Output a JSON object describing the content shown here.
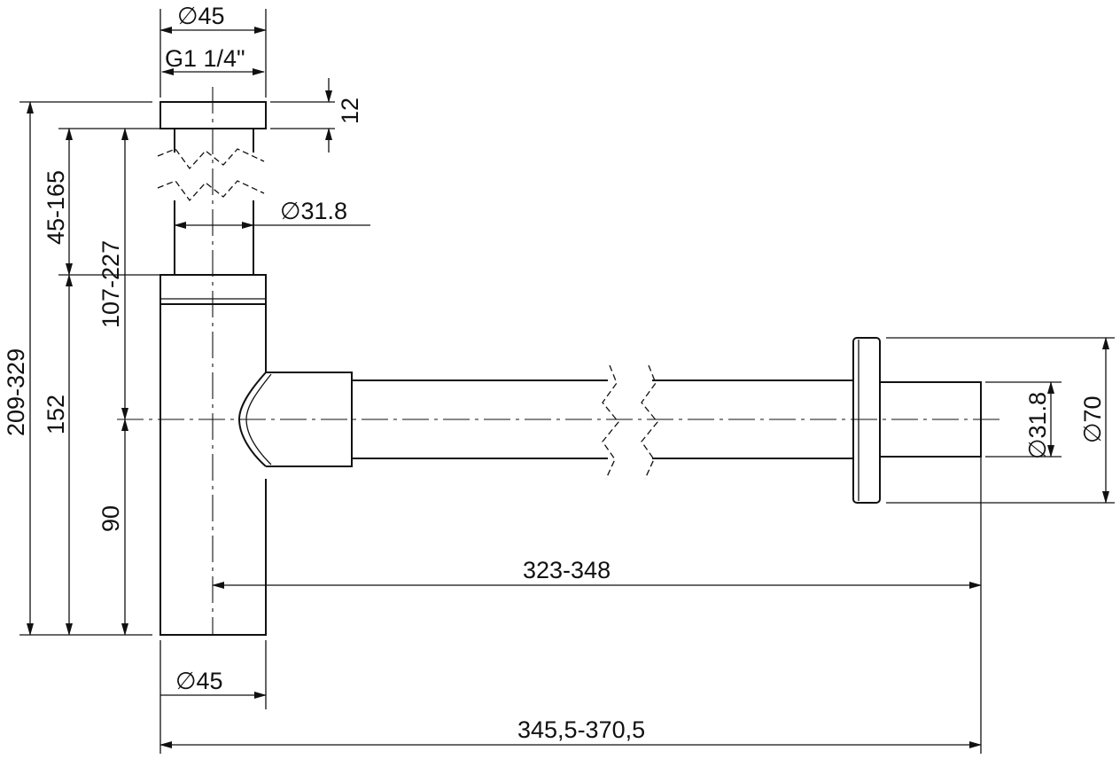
{
  "dimensions": {
    "top_diameter": "∅45",
    "thread": "G1 1/4\"",
    "cap_height": "12",
    "tube_diameter": "∅31.8",
    "range_45_165": "45-165",
    "range_107_227": "107-227",
    "total_height": "209-329",
    "height_152": "152",
    "height_90": "90",
    "horizontal_323_348": "323-348",
    "bottom_diameter": "∅45",
    "total_width": "345,5-370,5",
    "outlet_diameter": "∅31.8",
    "flange_diameter": "∅70"
  }
}
